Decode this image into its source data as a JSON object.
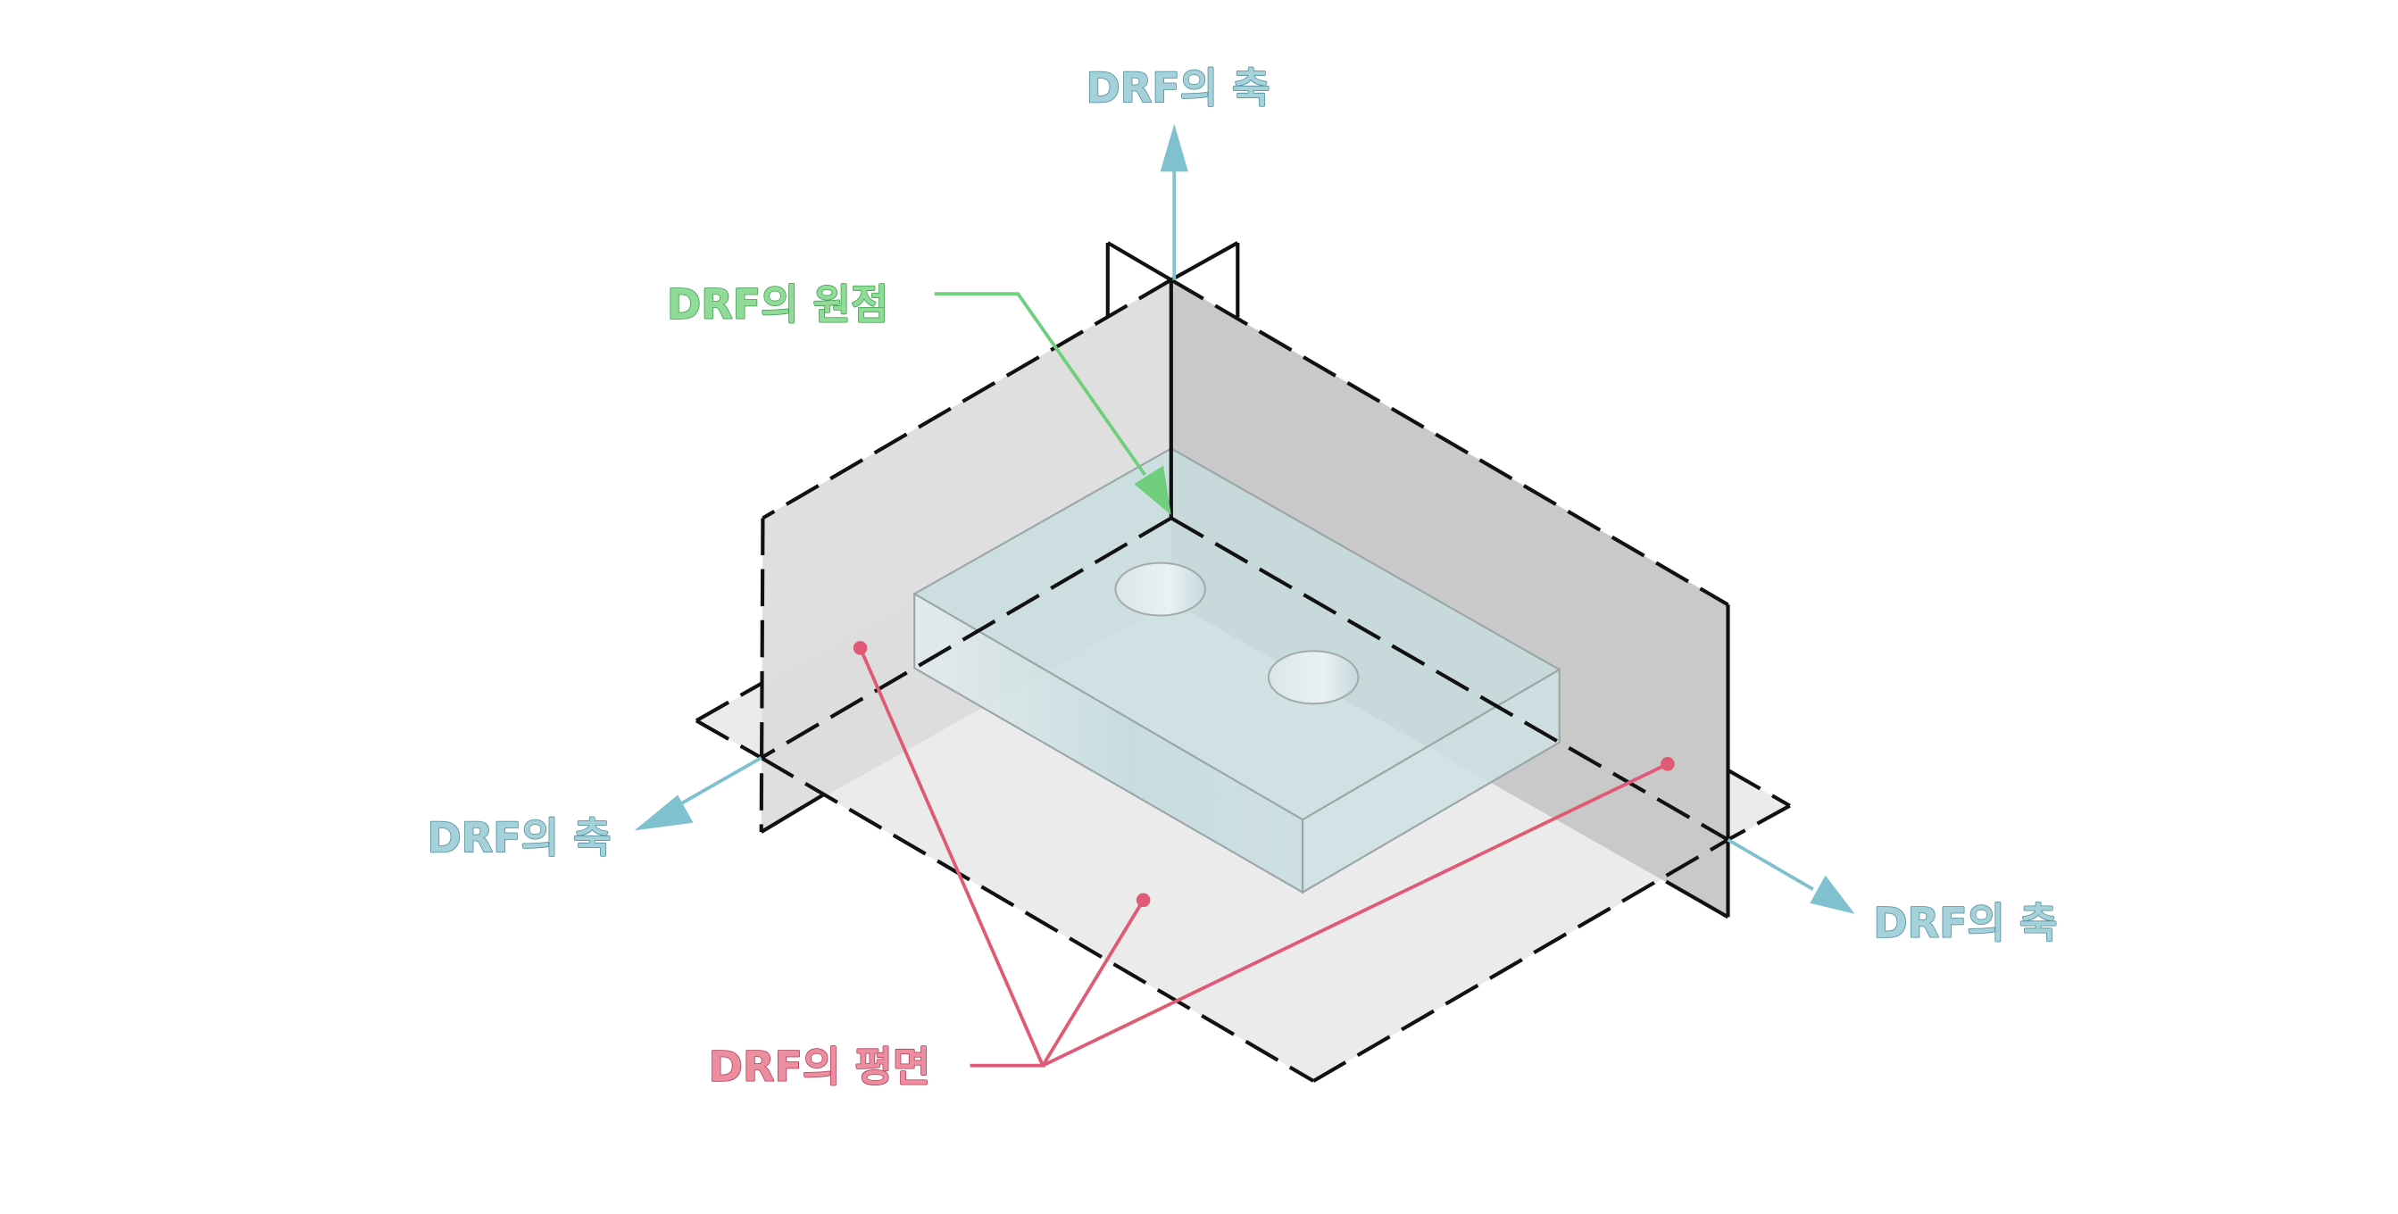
{
  "labels": {
    "axis_top": "DRF의 축",
    "axis_left": "DRF의 축",
    "axis_right": "DRF의 축",
    "origin": "DRF의 원점",
    "planes": "DRF의 평면"
  },
  "colors": {
    "axis": "#7fc1cf",
    "origin": "#6fcf7c",
    "plane": "#e05a75",
    "plane_back": "#c8c8c8",
    "plane_side": "#dcdcdc",
    "plane_floor": "#ebebeb",
    "part": "#c4dde2",
    "outline": "#111111"
  }
}
